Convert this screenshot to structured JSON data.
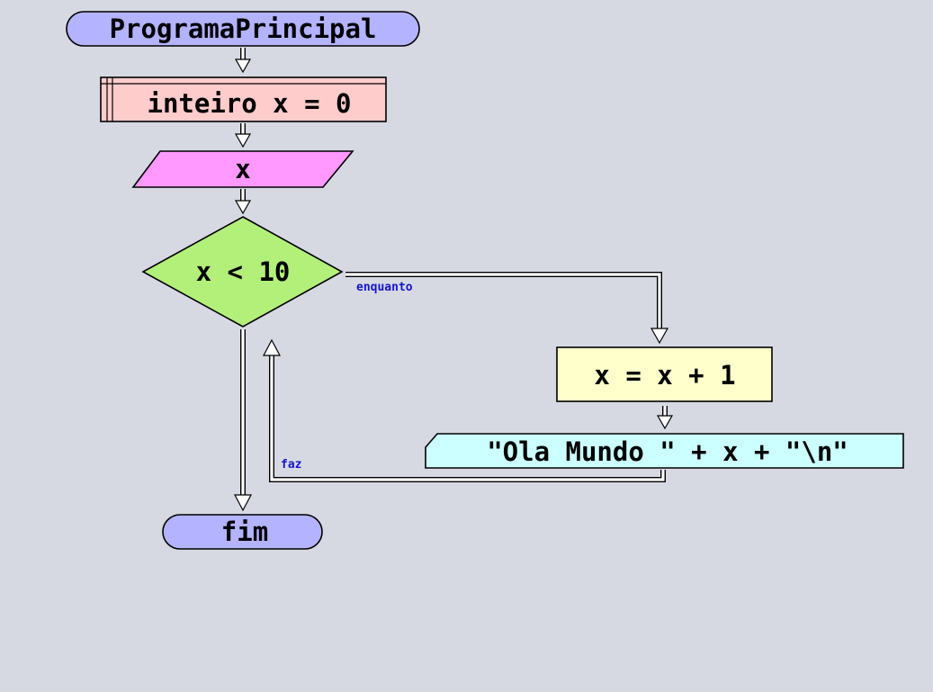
{
  "colors": {
    "background": "#d6d9e2",
    "terminal": "#b3b3ff",
    "declaration": "#ffcccc",
    "input": "#ff99ff",
    "decision": "#b3f07a",
    "process": "#ffffcc",
    "output": "#ccffff",
    "edge_label": "#1515c8"
  },
  "flowchart": {
    "start": "ProgramaPrincipal",
    "declaration": "inteiro x = 0",
    "input": "x",
    "decision": "x < 10",
    "loop_label": "enquanto",
    "assignment": "x = x + 1",
    "output": "\"Ola Mundo \" + x + \"\\n\"",
    "back_label": "faz",
    "end": "fim"
  }
}
